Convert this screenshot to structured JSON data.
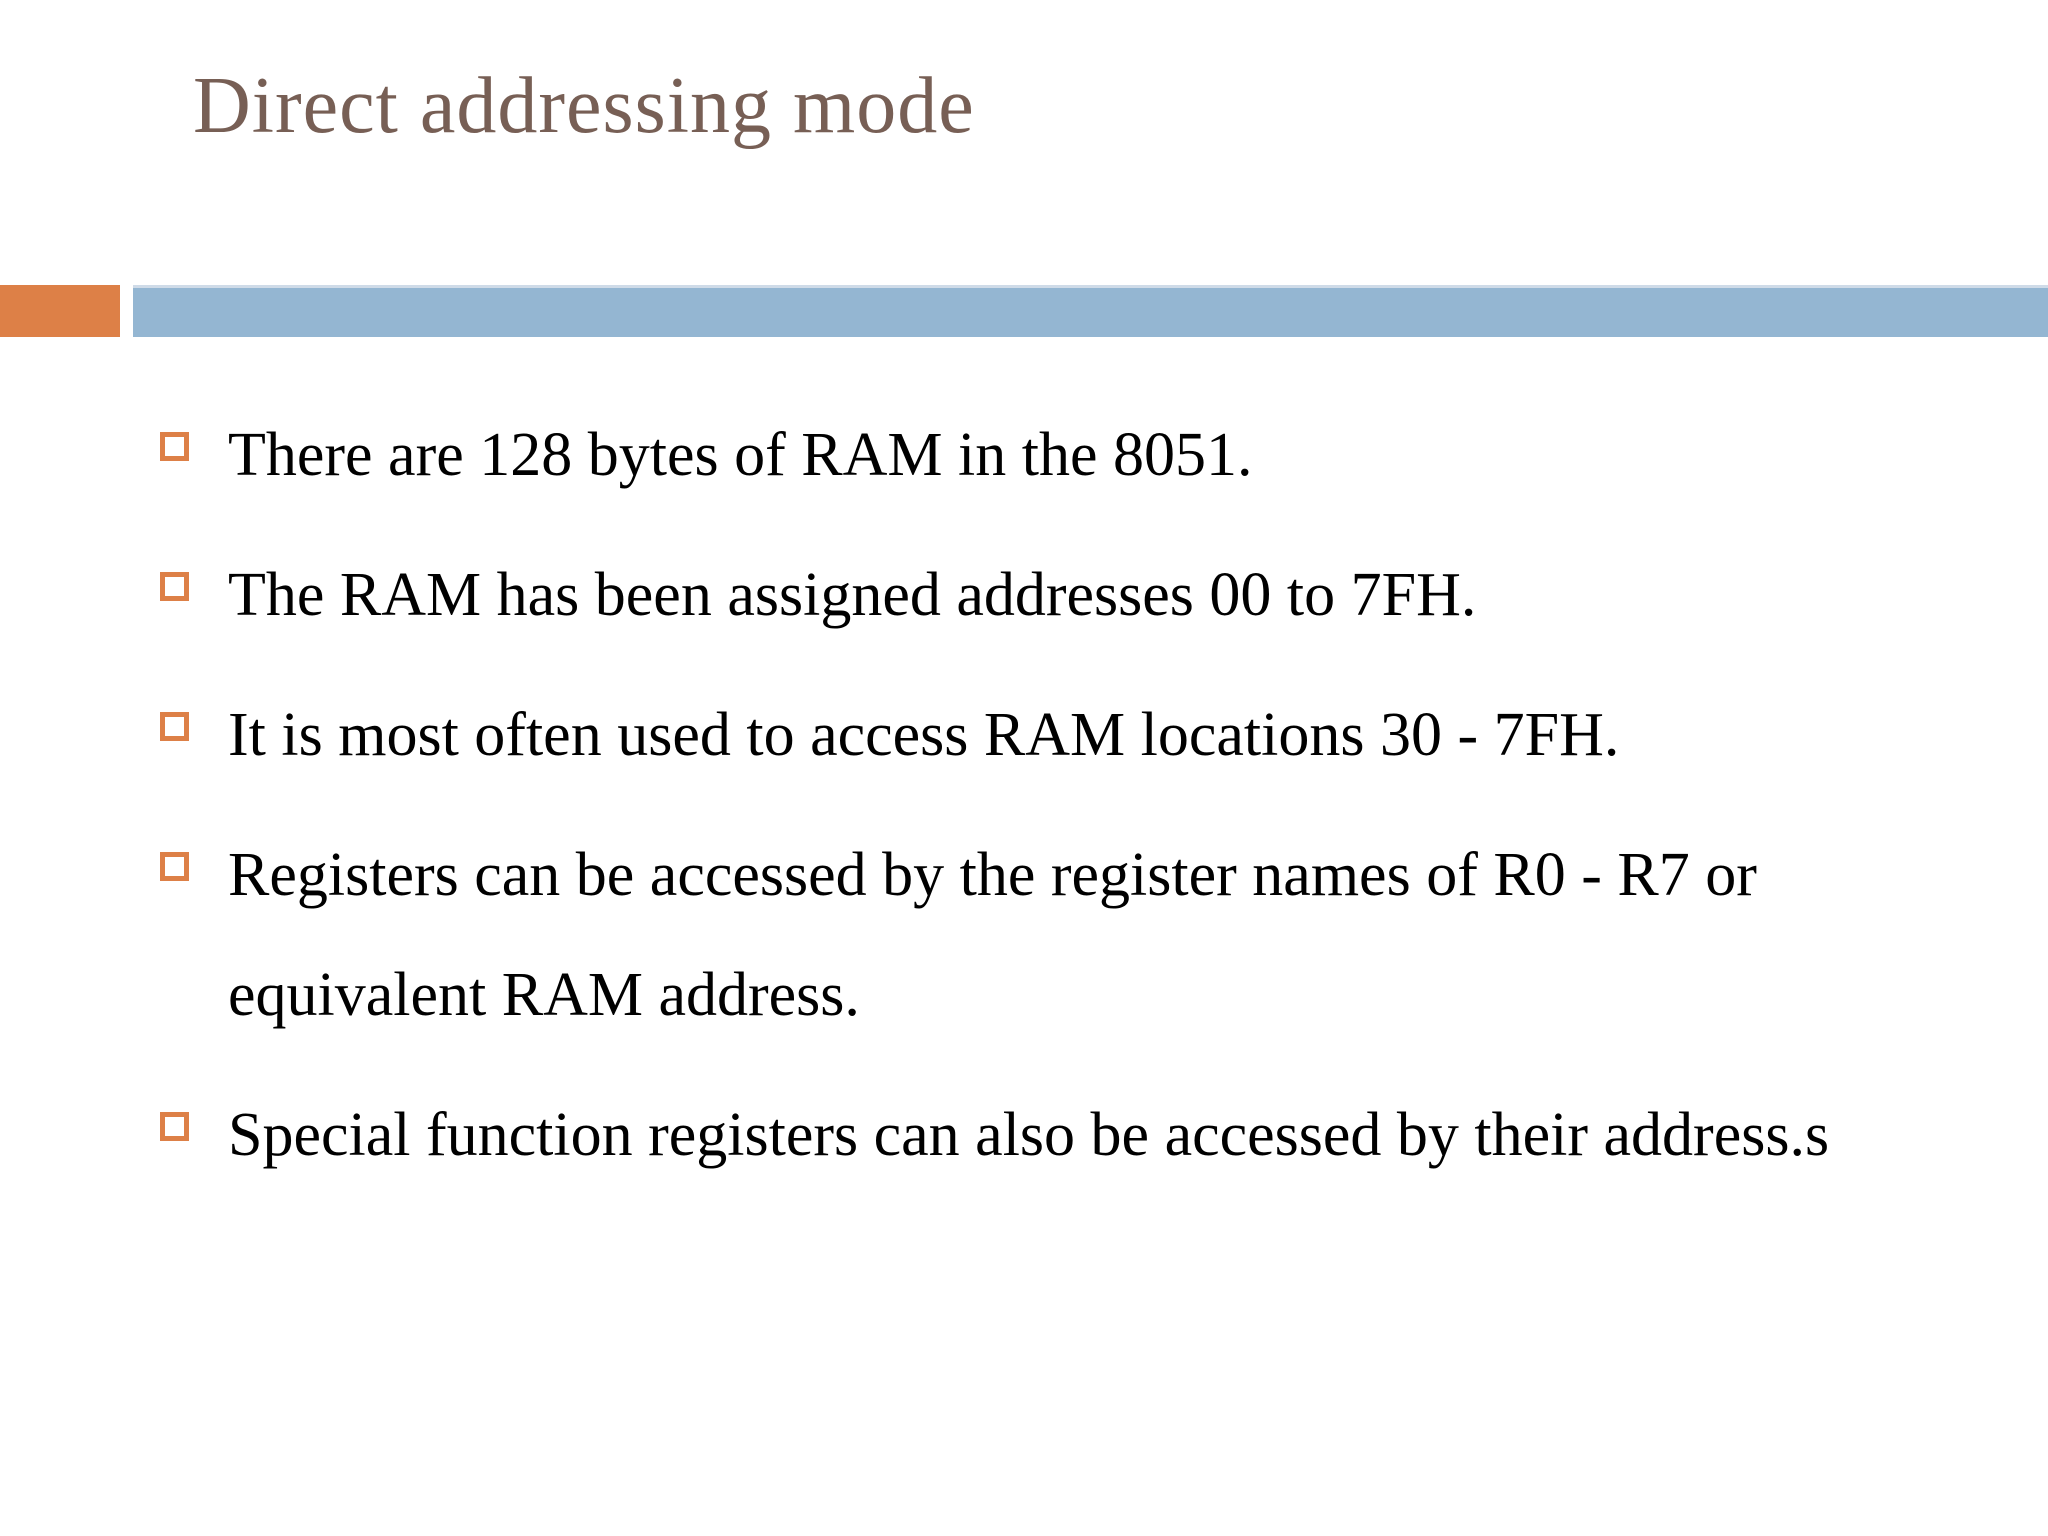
{
  "slide": {
    "title": "Direct addressing mode",
    "bullets": [
      "There are 128 bytes of RAM in the 8051.",
      "The RAM has been assigned addresses 00 to 7FH.",
      "It is most often used to access RAM locations 30 - 7FH.",
      "Registers can be accessed by the register names of R0 - R7 or equivalent RAM address.",
      "Special function registers can also be accessed by their address.s"
    ],
    "bullet_icon": "hollow-square",
    "colors": {
      "accent_orange": "#DD8047",
      "accent_blue": "#94B6D2",
      "title_text": "#775F55",
      "body_text": "#000000",
      "background": "#FFFFFF"
    }
  }
}
